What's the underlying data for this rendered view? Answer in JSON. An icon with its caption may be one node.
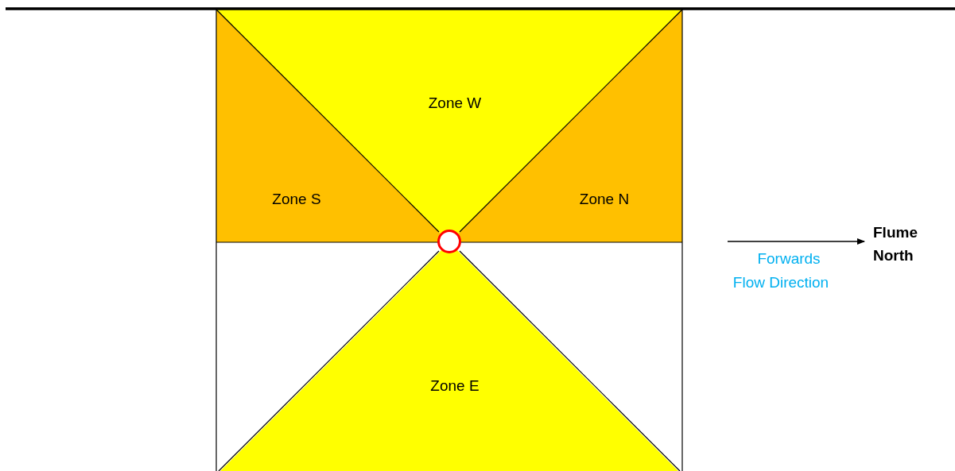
{
  "diagram": {
    "nodes": [
      {
        "text": [
          "Zone W"
        ]
      },
      {
        "text": [
          "Zone S"
        ]
      },
      {
        "text": [
          "Zone N"
        ]
      },
      {
        "text": [
          "Zone E"
        ]
      },
      {
        "text": [],
        "shape": "circle"
      }
    ],
    "labels": [
      "Flume North",
      "Forwards Flow Direction"
    ]
  }
}
